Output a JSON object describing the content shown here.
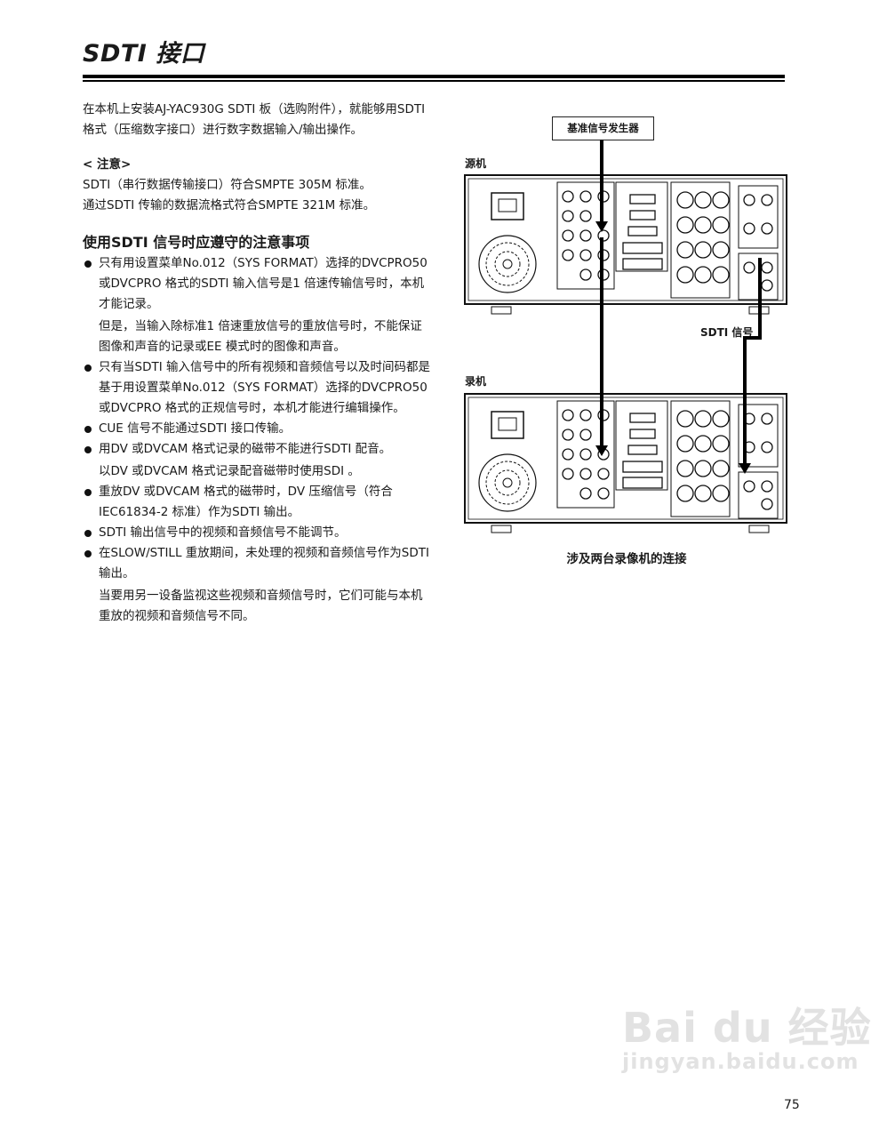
{
  "page": {
    "title": "SDTI 接口",
    "page_number": "75"
  },
  "intro": "在本机上安装AJ-YAC930G SDTI 板（选购附件），就能够用SDTI 格式（压缩数字接口）进行数字数据输入/输出操作。",
  "note": {
    "heading": "< 注意>",
    "lines": [
      "SDTI（串行数据传输接口）符合SMPTE 305M 标准。",
      "通过SDTI 传输的数据流格式符合SMPTE 321M 标准。"
    ]
  },
  "precautions": {
    "heading": "使用SDTI 信号时应遵守的注意事项",
    "items": [
      {
        "text": "只有用设置菜单No.012（SYS FORMAT）选择的DVCPRO50 或DVCPRO 格式的SDTI 输入信号是1 倍速传输信号时，本机才能记录。",
        "sub": "但是，当输入除标准1 倍速重放信号的重放信号时，不能保证图像和声音的记录或EE 模式时的图像和声音。"
      },
      {
        "text": "只有当SDTI 输入信号中的所有视频和音频信号以及时间码都是基于用设置菜单No.012（SYS FORMAT）选择的DVCPRO50 或DVCPRO 格式的正规信号时，本机才能进行编辑操作。",
        "sub": ""
      },
      {
        "text": "CUE 信号不能通过SDTI 接口传输。",
        "sub": ""
      },
      {
        "text": "用DV 或DVCAM 格式记录的磁带不能进行SDTI 配音。",
        "sub": "以DV 或DVCAM 格式记录配音磁带时使用SDI 。"
      },
      {
        "text": "重放DV 或DVCAM 格式的磁带时，DV 压缩信号（符合IEC61834-2 标准）作为SDTI 输出。",
        "sub": ""
      },
      {
        "text": "SDTI 输出信号中的视频和音频信号不能调节。",
        "sub": ""
      },
      {
        "text": "在SLOW/STILL 重放期间，未处理的视频和音频信号作为SDTI 输出。",
        "sub": "当要用另一设备监视这些视频和音频信号时，它们可能与本机重放的视频和音频信号不同。"
      }
    ]
  },
  "figure": {
    "generator_label": "基准信号发生器",
    "source_label": "源机",
    "recorder_label": "录机",
    "signal_label": "SDTI 信号",
    "caption": "涉及两台录像机的连接"
  },
  "watermark": {
    "line1": "Bai du 经验",
    "line2": "jingyan.baidu.com"
  }
}
